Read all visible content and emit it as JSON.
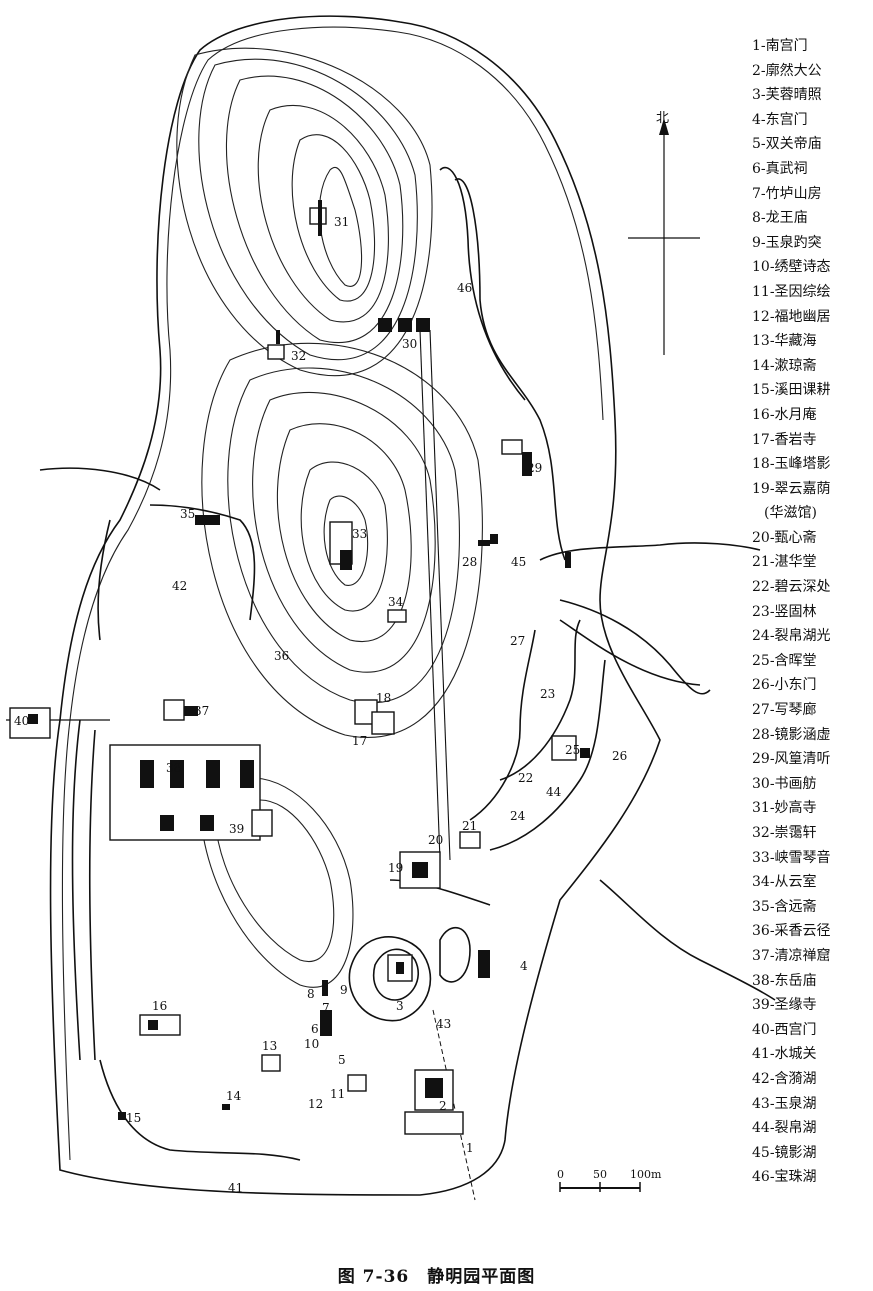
{
  "caption": {
    "figure_number": "图 7-36",
    "title": "静明园平面图"
  },
  "compass": {
    "north_label": "北"
  },
  "scale_bar": {
    "ticks": [
      "0",
      "50",
      "100m"
    ]
  },
  "legend": [
    "1-南宫门",
    "2-廓然大公",
    "3-芙蓉晴照",
    "4-东宫门",
    "5-双关帝庙",
    "6-真武祠",
    "7-竹垆山房",
    "8-龙王庙",
    "9-玉泉趵突",
    "10-绣壁诗态",
    "11-圣因综绘",
    "12-福地幽居",
    "13-华藏海",
    "14-漱琼斋",
    "15-溪田课耕",
    "16-水月庵",
    "17-香岩寺",
    "18-玉峰塔影",
    "19-翠云嘉荫",
    "(华滋馆)",
    "20-甄心斋",
    "21-湛华堂",
    "22-碧云深处",
    "23-竖固林",
    "24-裂帛湖光",
    "25-含晖堂",
    "26-小东门",
    "27-写琴廊",
    "28-镜影涵虚",
    "29-风篁清听",
    "30-书画舫",
    "31-妙高寺",
    "32-崇霭轩",
    "33-峡雪琴音",
    "34-从云室",
    "35-含远斋",
    "36-采香云径",
    "37-清凉禅窟",
    "38-东岳庙",
    "39-圣缘寺",
    "40-西宫门",
    "41-水城关",
    "42-含漪湖",
    "43-玉泉湖",
    "44-裂帛湖",
    "45-镜影湖",
    "46-宝珠湖"
  ],
  "map_labels": [
    "1",
    "2",
    "3",
    "4",
    "5",
    "6",
    "7",
    "8",
    "9",
    "10",
    "11",
    "12",
    "13",
    "14",
    "15",
    "16",
    "17",
    "18",
    "19",
    "20",
    "21",
    "22",
    "23",
    "24",
    "25",
    "26",
    "27",
    "28",
    "29",
    "30",
    "31",
    "32",
    "33",
    "34",
    "35",
    "36",
    "37",
    "38",
    "39",
    "40",
    "41",
    "42",
    "43",
    "44",
    "45",
    "46"
  ]
}
